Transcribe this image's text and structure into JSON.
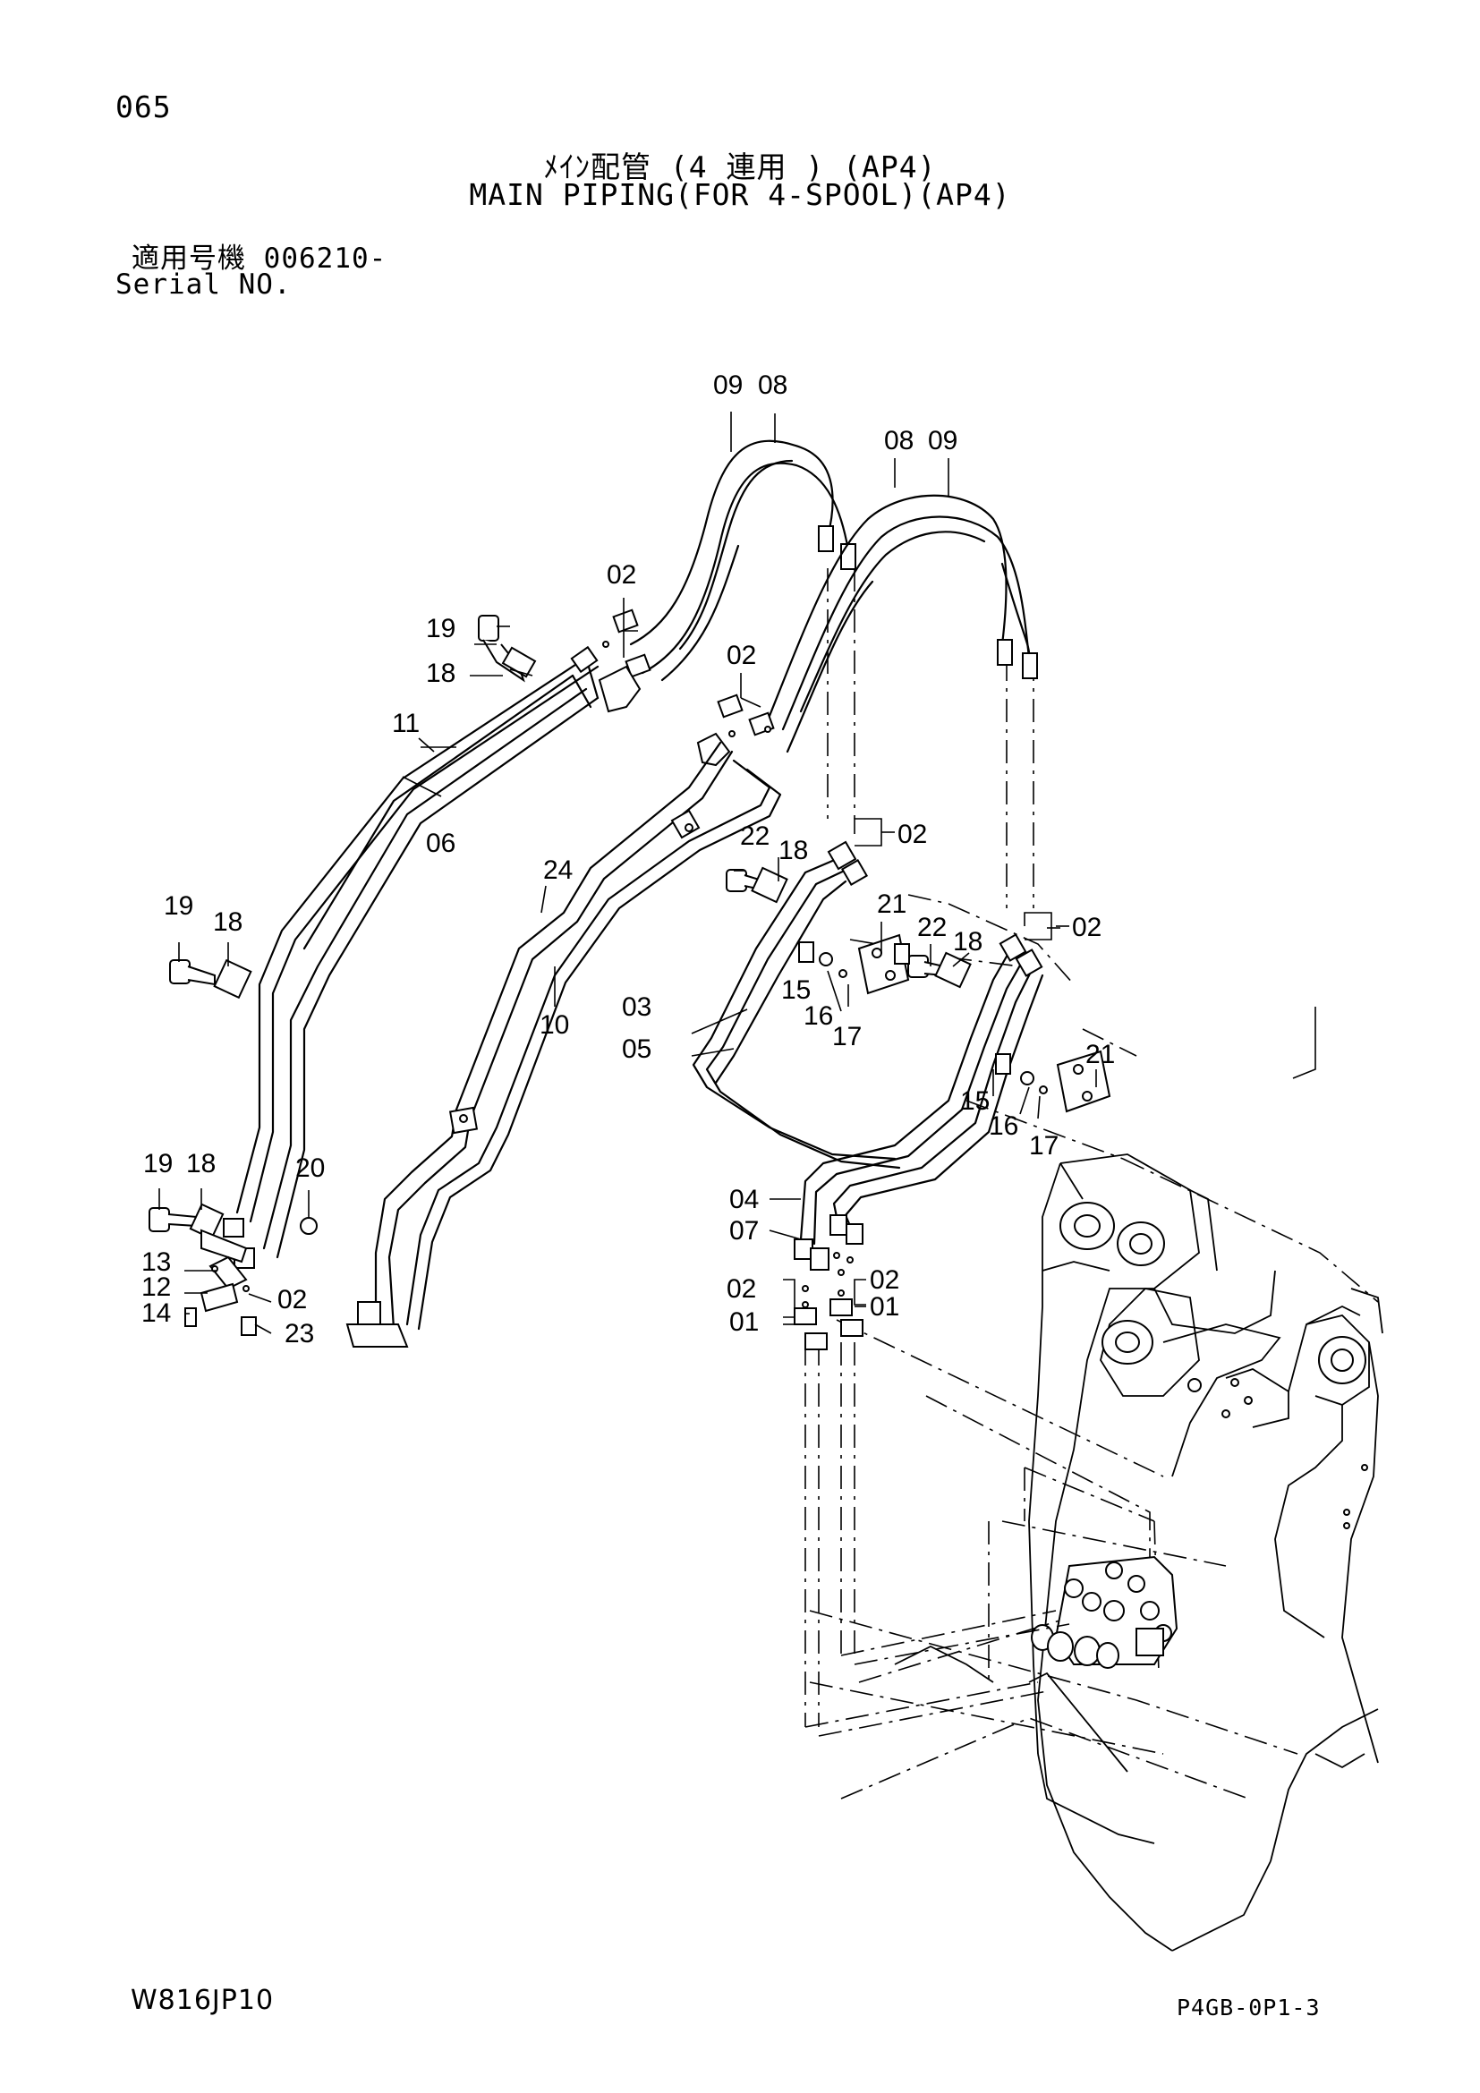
{
  "header": {
    "page_number": "065",
    "title_jp": "ﾒｲﾝ配管 (4 連用 ) (AP4)",
    "title_en": "MAIN PIPING(FOR 4-SPOOL)(AP4)",
    "serial_label_jp": "適用号機 006210-",
    "serial_label_en": "Serial NO."
  },
  "footer": {
    "left_code": "W816JP10",
    "right_code": "P4GB-0P1-3"
  },
  "callouts": {
    "c0908_top_09": "09",
    "c0908_top_08": "08",
    "c0809_r_08": "08",
    "c0809_r_09": "09",
    "c02_a": "02",
    "c02_b": "02",
    "c02_c": "02",
    "c02_d": "02",
    "c02_e": "02",
    "c02_f": "02",
    "c02_g": "02",
    "c19_a": "19",
    "c18_a": "18",
    "c11": "11",
    "c06": "06",
    "c24": "24",
    "c22_a": "22",
    "c18_b": "18",
    "c19_b": "19",
    "c18_c": "18",
    "c21_a": "21",
    "c22_b": "22",
    "c18_d": "18",
    "c15_a": "15",
    "c16_a": "16",
    "c17_a": "17",
    "c03": "03",
    "c05": "05",
    "c10": "10",
    "c21_b": "21",
    "c15_b": "15",
    "c16_b": "16",
    "c17_b": "17",
    "c19_c": "19",
    "c18_e": "18",
    "c20": "20",
    "c13": "13",
    "c12": "12",
    "c14": "14",
    "c23": "23",
    "c04": "04",
    "c07": "07",
    "c01_a": "01",
    "c01_b": "01"
  }
}
